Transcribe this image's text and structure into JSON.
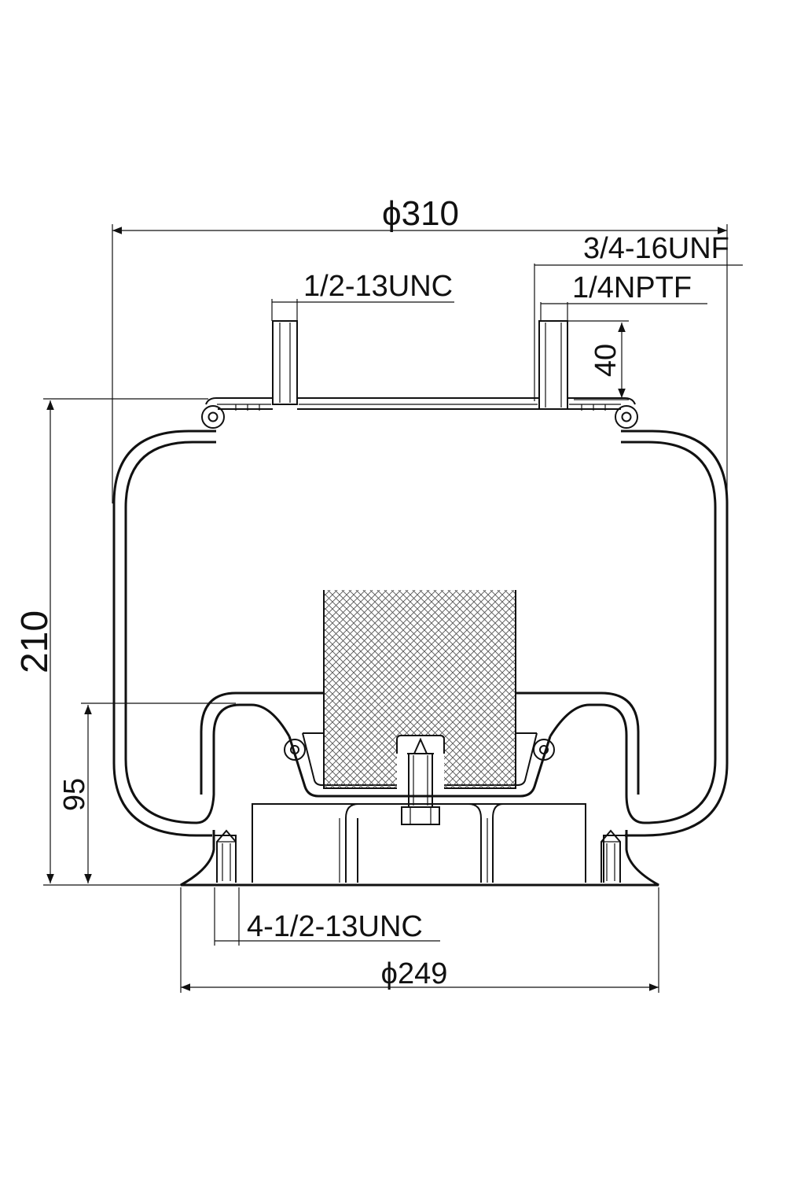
{
  "diagram": {
    "dimensions": {
      "top_diameter": "ϕ310",
      "total_height": "210",
      "base_height": "95",
      "bottom_diameter": "ϕ249",
      "port_height": "40"
    },
    "threads": {
      "stud": "1/2-13UNC",
      "air_fitting": "3/4-16UNF",
      "air_port": "1/4NPTF",
      "base_bolts": "4-1/2-13UNC"
    }
  },
  "colors": {
    "line": "#111111",
    "background": "#ffffff"
  }
}
